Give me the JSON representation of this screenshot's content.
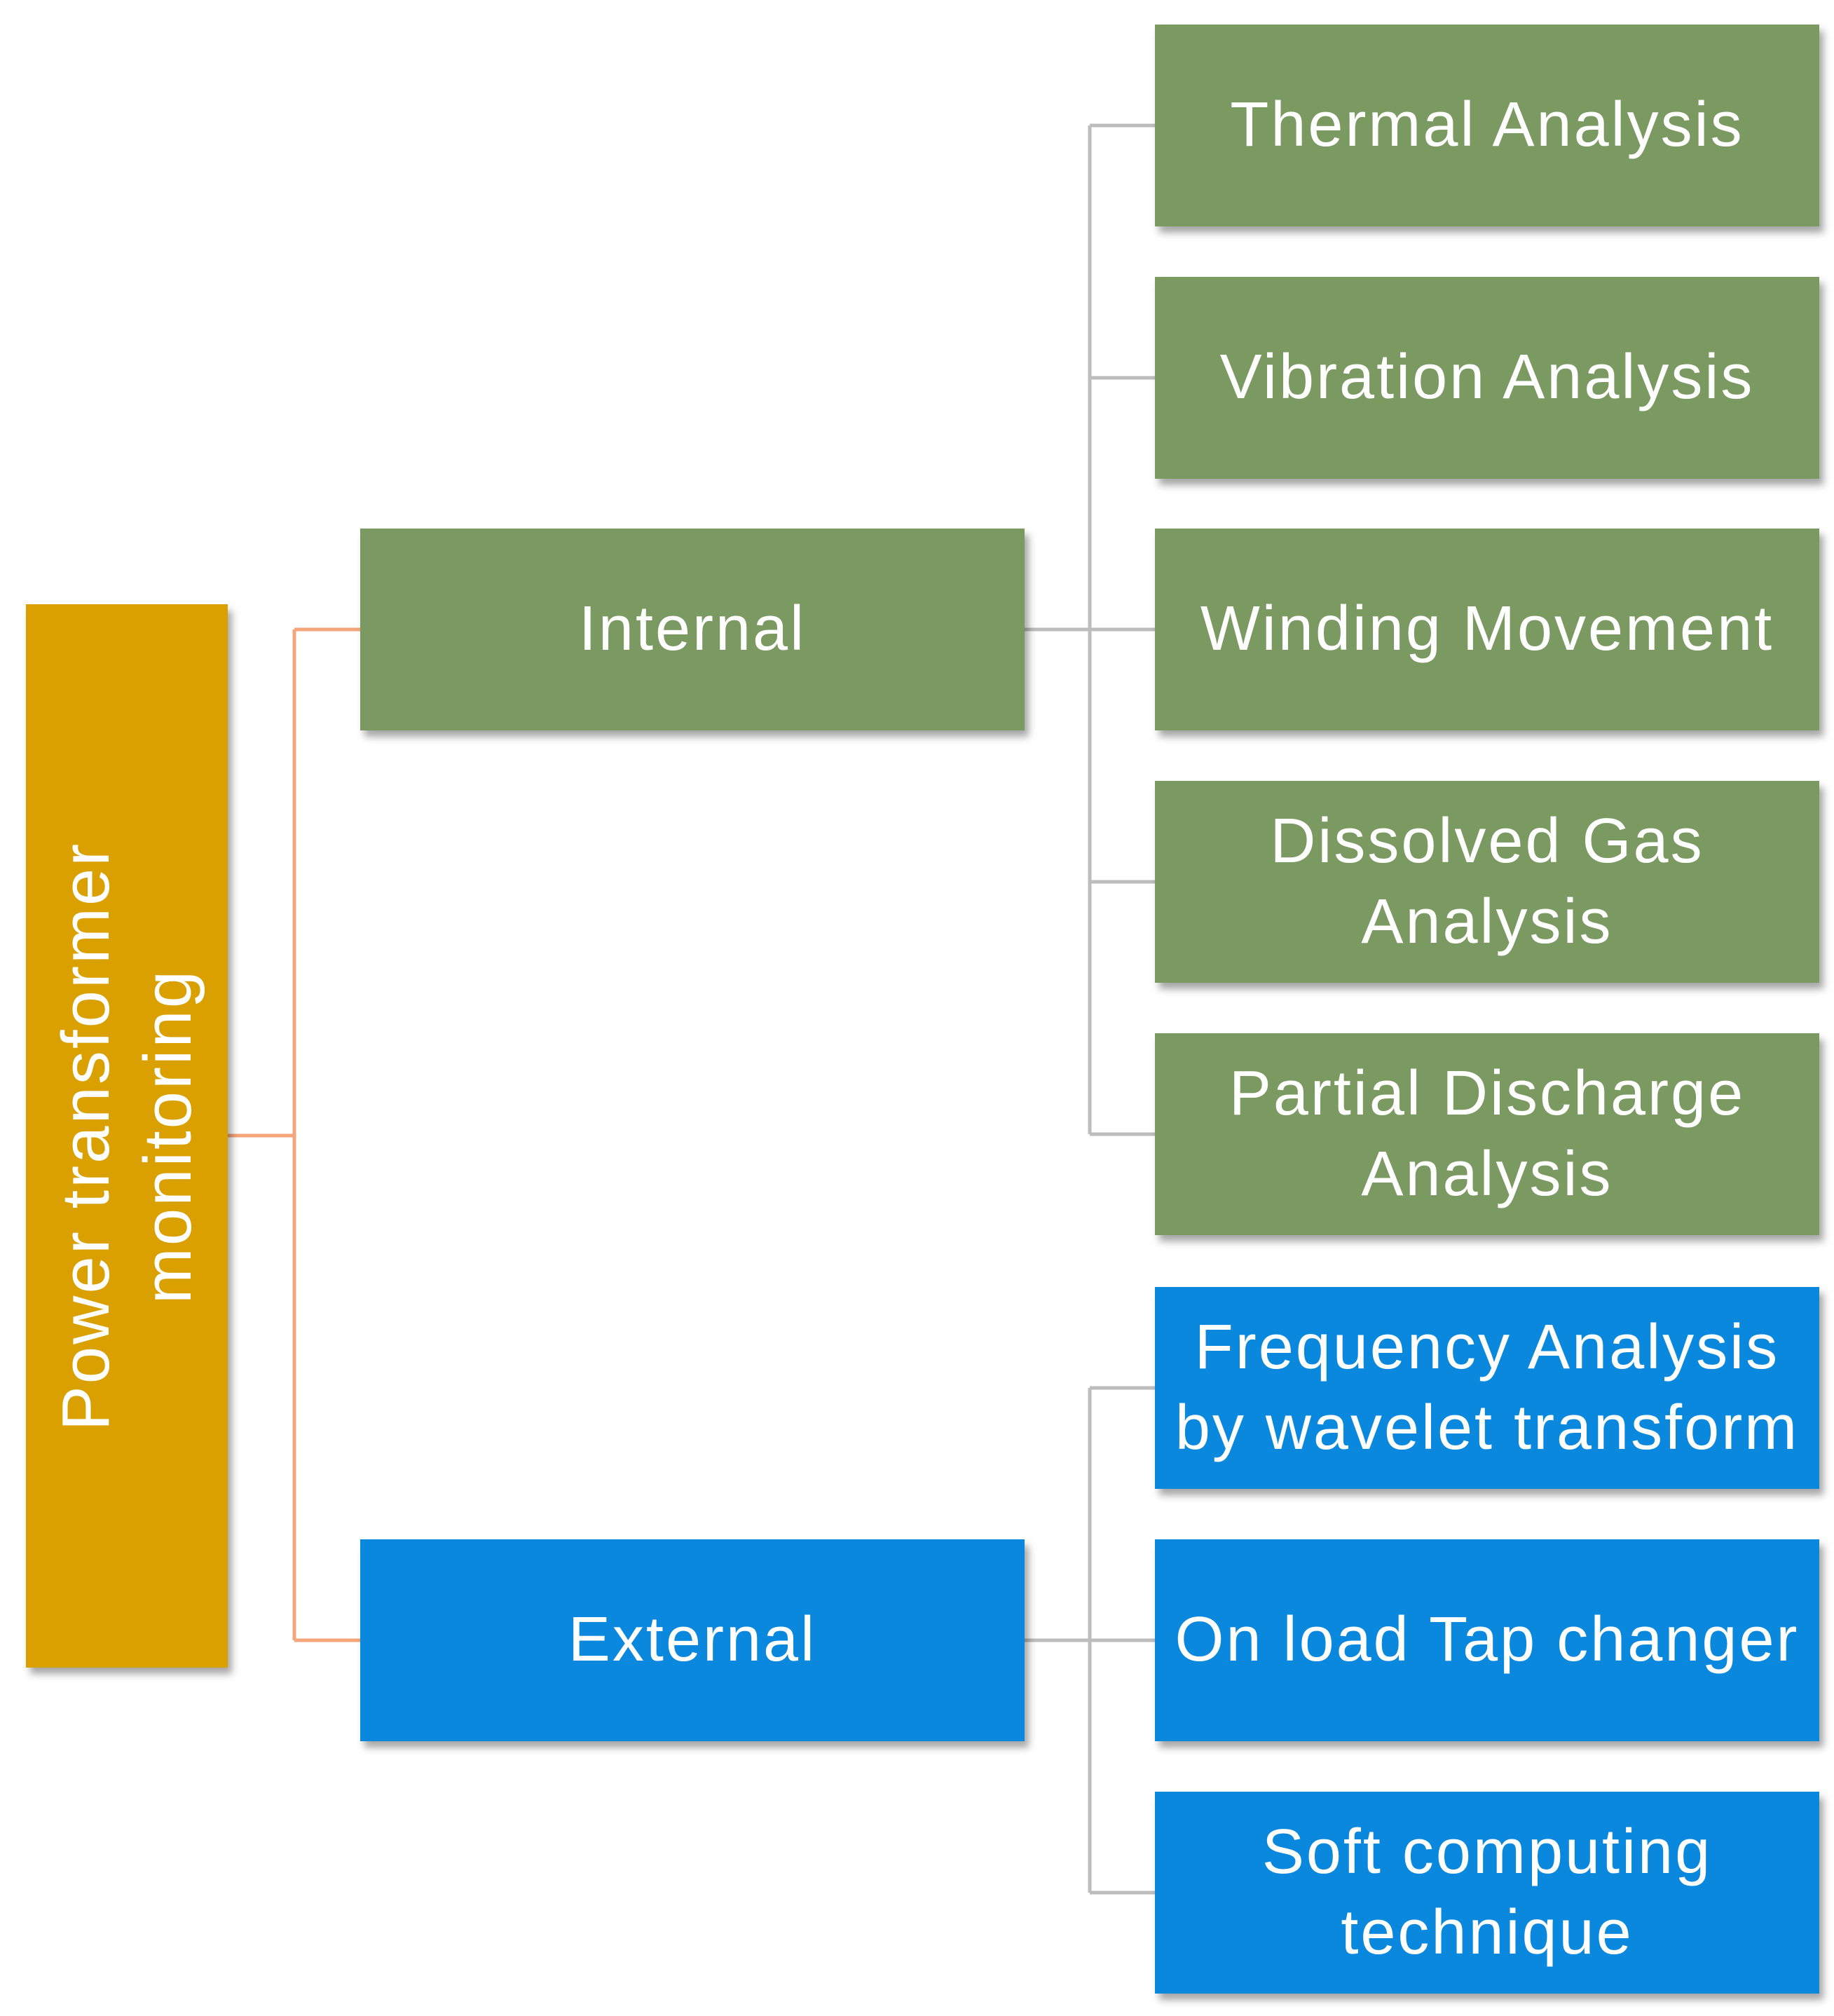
{
  "colors": {
    "root": "#D9A000",
    "internal": "#7A9A62",
    "external": "#0A88DD",
    "root_connector": "#F4A57A",
    "child_connector": "#BDBDBD"
  },
  "root": {
    "label": "Power transformer\nmonitoring"
  },
  "branches": [
    {
      "label": "Internal",
      "children": [
        "Thermal Analysis",
        "Vibration Analysis",
        "Winding Movement",
        "Dissolved Gas\nAnalysis",
        "Partial Discharge\nAnalysis"
      ]
    },
    {
      "label": "External",
      "children": [
        "Frequency Analysis\nby wavelet transform",
        "On load Tap changer",
        "Soft computing\ntechnique"
      ]
    }
  ]
}
